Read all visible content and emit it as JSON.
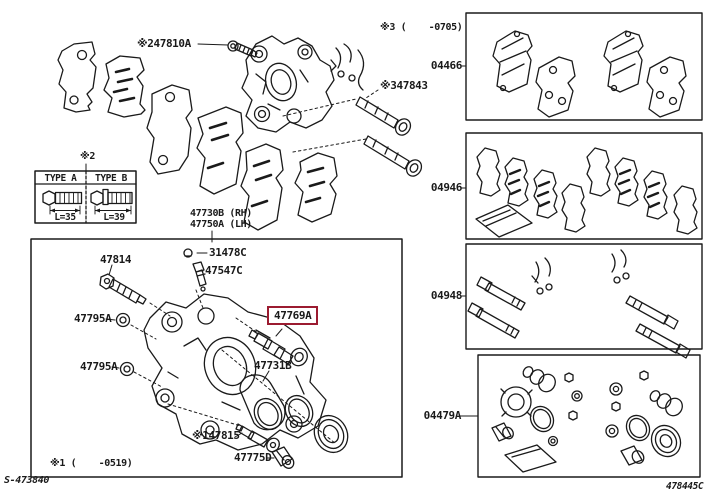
{
  "colors": {
    "ink": "#1a1a1a",
    "highlight": "#9b1b30",
    "bg": "#ffffff"
  },
  "assembly_view": {
    "bolt_label": "※247810A",
    "applicability_note": "※3 (    -0705)",
    "slide_pin_label": "※347843",
    "caliper_rh_label": "47730B (RH)",
    "caliper_lh_label": "47750A (LH)"
  },
  "bolt_type_table": {
    "ref_note": "※2",
    "columns": [
      "TYPE A",
      "TYPE B"
    ],
    "lengths": [
      "L=35",
      "L=39"
    ]
  },
  "caliper_detail": {
    "applicability_note": "※1 (    -0519)",
    "parts": {
      "slide_bushing_bolt": "47814",
      "bleeder_plug_cap": "31478C",
      "bleeder_plug": "47547C",
      "bushing_upper": "47795A",
      "bushing_lower": "47795A",
      "slide_pin_selected": "47769A",
      "piston": "47731B",
      "pin": "※147815",
      "plug": "47775D"
    }
  },
  "service_kits": [
    {
      "label": "04466"
    },
    {
      "label": "04946"
    },
    {
      "label": "04948"
    },
    {
      "label": "04479A"
    }
  ],
  "footer": {
    "sheet_code": "S-473840",
    "figure_code": "478445C"
  }
}
